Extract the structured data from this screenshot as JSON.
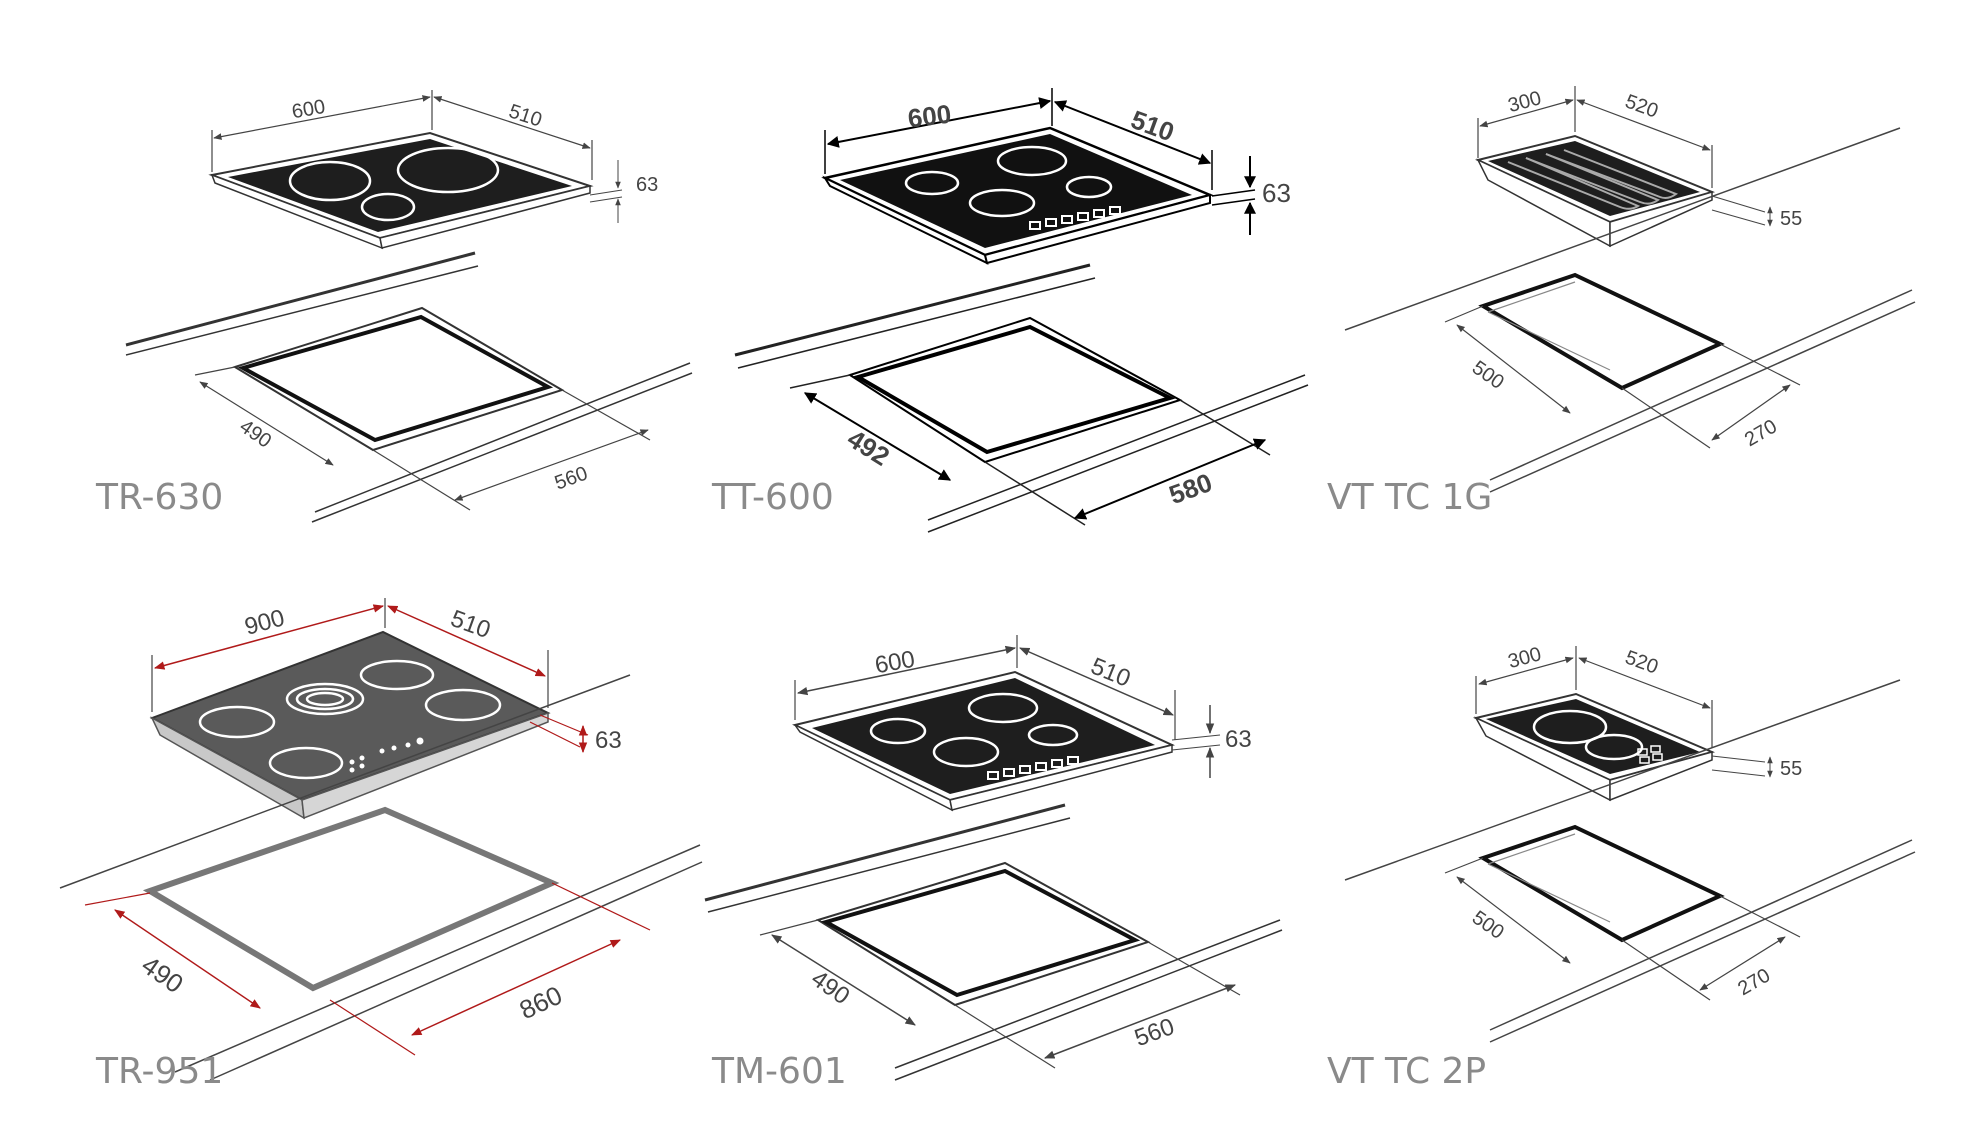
{
  "colors": {
    "line": "#333333",
    "dim_line": "#444444",
    "hob_dark": "#1e1e1e",
    "hob_grey": "#5a5a5a",
    "frame_grey": "#777777",
    "red_accent": "#b01a1a",
    "label": "#8a8a8a"
  },
  "panels": [
    {
      "label": "TR-630",
      "hob": {
        "width": "600",
        "depth": "510",
        "height": "63"
      },
      "cutout": {
        "depth": "490",
        "width": "560"
      }
    },
    {
      "label": "TT-600",
      "hob": {
        "width": "600",
        "depth": "510",
        "height": "63"
      },
      "cutout": {
        "depth": "492",
        "width": "580"
      }
    },
    {
      "label": "VT TC 1G",
      "hob": {
        "width": "300",
        "depth": "520",
        "height": "55"
      },
      "cutout": {
        "depth": "500",
        "width": "270"
      }
    },
    {
      "label": "TR-951",
      "hob": {
        "width": "900",
        "depth": "510",
        "height": "63"
      },
      "cutout": {
        "depth": "490",
        "width": "860"
      }
    },
    {
      "label": "TM-601",
      "hob": {
        "width": "600",
        "depth": "510",
        "height": "63"
      },
      "cutout": {
        "depth": "490",
        "width": "560"
      }
    },
    {
      "label": "VT TC 2P",
      "hob": {
        "width": "300",
        "depth": "520",
        "height": "55"
      },
      "cutout": {
        "depth": "500",
        "width": "270"
      }
    }
  ]
}
